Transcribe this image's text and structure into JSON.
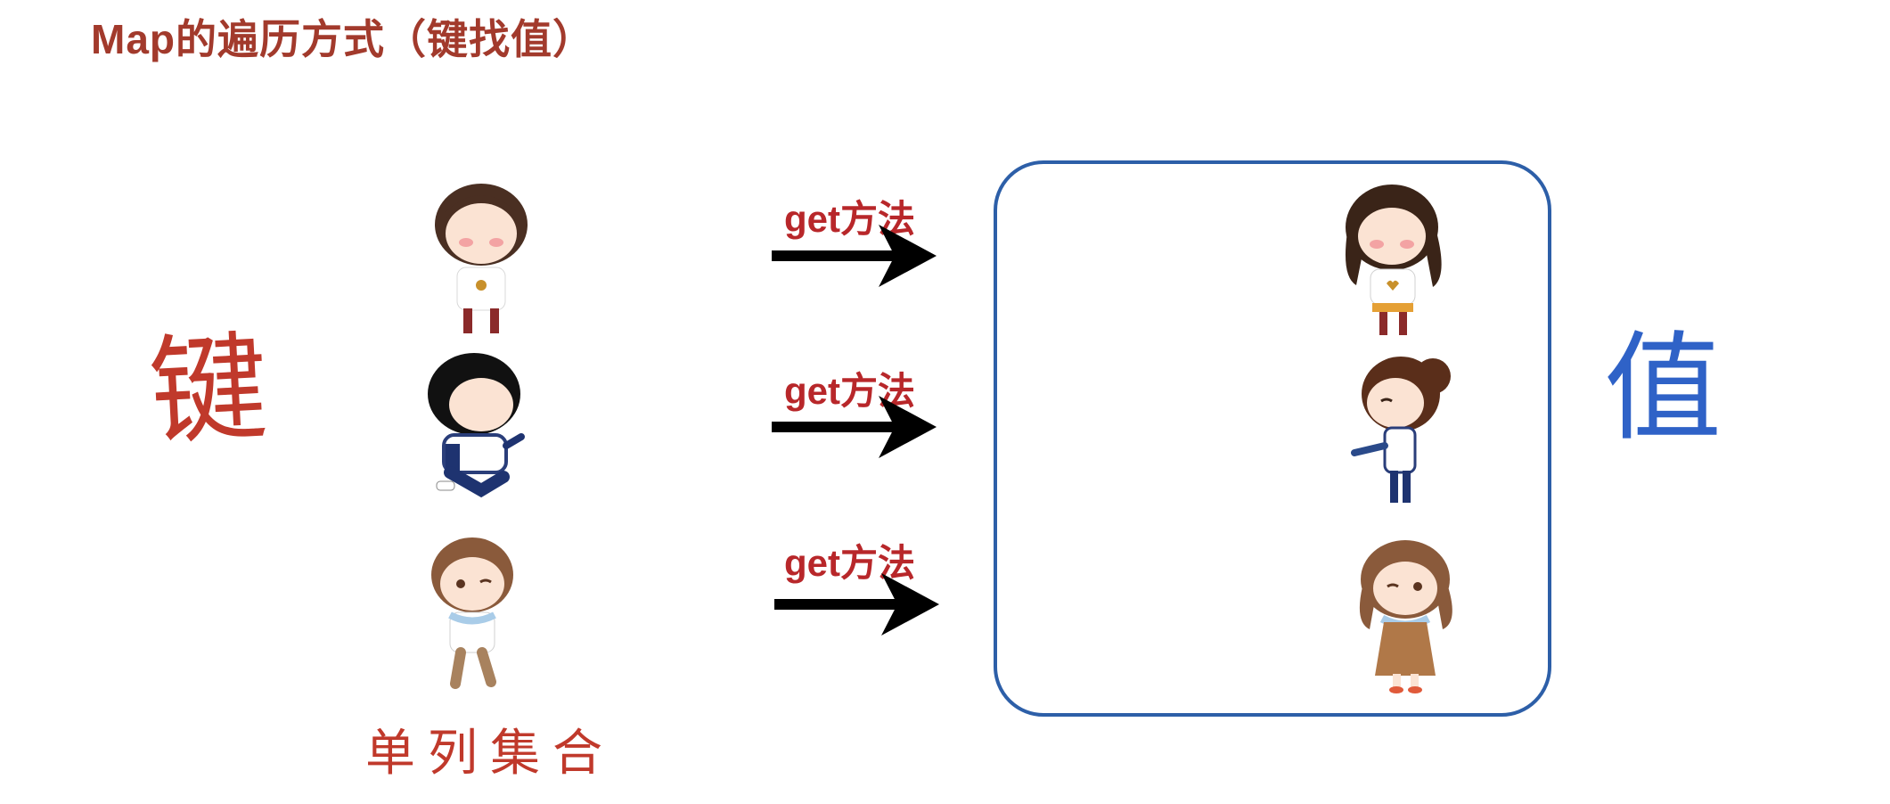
{
  "title": "Map的遍历方式（键找值）",
  "key_label": "键",
  "value_label": "值",
  "collection_label": "单列集合",
  "method_label": "get方法",
  "rows": [
    {
      "method": "get方法"
    },
    {
      "method": "get方法"
    },
    {
      "method": "get方法"
    }
  ],
  "colors": {
    "title": "#a23a2c",
    "key": "#c0392b",
    "value": "#2f62c7",
    "box_border": "#2d5fa8",
    "method": "#b8272a"
  },
  "icons": {
    "key_characters": [
      "boy-shy-icon",
      "boy-kneeling-icon",
      "boy-winking-icon"
    ],
    "value_characters": [
      "girl-shy-icon",
      "girl-ponytail-icon",
      "girl-winking-icon"
    ],
    "arrows": "right-arrow-icon"
  }
}
